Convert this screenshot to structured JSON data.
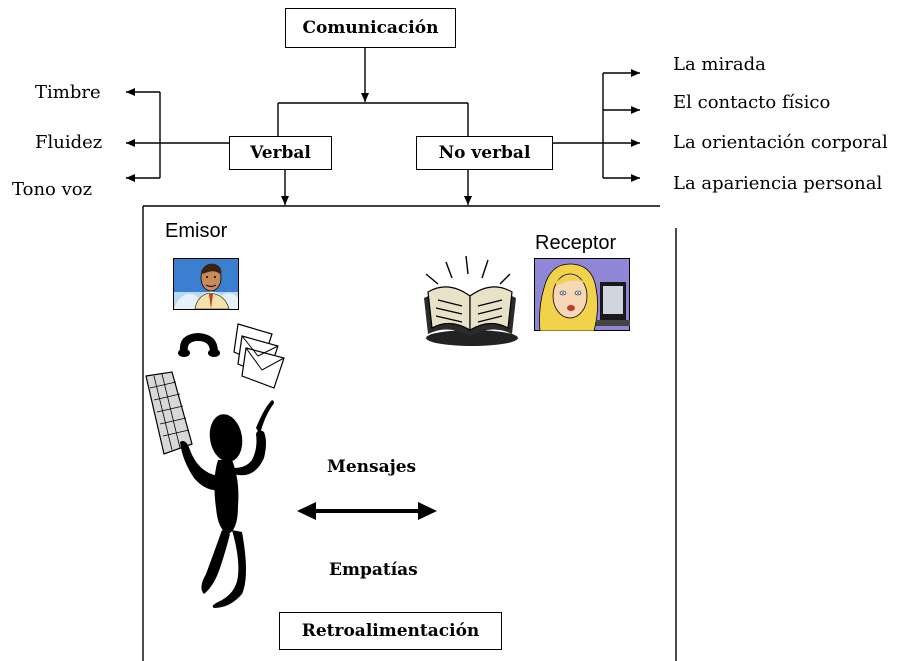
{
  "top_node": "Comunicación",
  "branches": {
    "verbal": {
      "label": "Verbal",
      "items": [
        "Timbre",
        "Fluidez",
        "Tono voz"
      ]
    },
    "no_verbal": {
      "label": "No verbal",
      "items": [
        "La mirada",
        "El contacto físico",
        "La orientación corporal",
        "La apariencia personal"
      ]
    }
  },
  "scene": {
    "emisor": "Emisor",
    "receptor": "Receptor",
    "mensajes": "Mensajes",
    "empatias": "Empatías",
    "retroalimentacion": "Retroalimentación"
  },
  "icons": [
    "man-portrait-icon",
    "woman-at-computer-icon",
    "open-book-icon",
    "telephone-icon",
    "envelopes-icon",
    "keyboard-icon",
    "juggling-figure-icon",
    "double-arrow-icon"
  ]
}
